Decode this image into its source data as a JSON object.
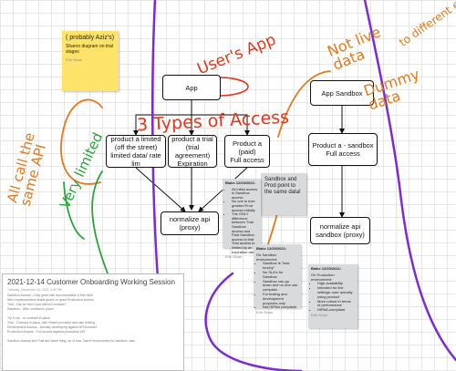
{
  "nodes": {
    "app": "App",
    "app_sandbox": "App Sandbox",
    "product_limited": [
      "product a limited",
      "(off the street)",
      "limited data/ rate lim"
    ],
    "product_trial": [
      "product a trial",
      "(trial agreement)",
      "Expiration"
    ],
    "product_paid": [
      "Product a",
      "(paid)",
      "Full access"
    ],
    "product_sandbox": [
      "Product a - sandbox",
      "Full access"
    ],
    "normalize_api": "normalize api (proxy)",
    "normalize_api_sandbox": [
      "normalize api",
      "sandbox (proxy)"
    ]
  },
  "notes": {
    "yellow": {
      "title": "( probably Aziz's)",
      "body": "Sharon diagram on trial stages",
      "sig": "Erik Sloan"
    },
    "sandbox_note": {
      "body": "Sandbox and Prod point to the same data!"
    },
    "blake1": {
      "title": "Blake 12/20/2021:",
      "items": [
        "All initial access is Sandbox access",
        "No one is ever granted Prod access initially",
        "The ONLY difference between Trial Sandbox access and Paid Sandbox access is that Trial access is limited by an expiration date"
      ],
      "sig": "Erik Sloan"
    },
    "blake2": {
      "title": "Blake 12/20/2021:",
      "intro": "On Sandbox environment:",
      "items": [
        "Sandbox is \"less touchy\"",
        "No SLA's for Sandbox",
        "Sandbox can go down and no one can complain",
        "For testing and development purposes only",
        "Not HIPAA compliant"
      ],
      "sig": "Erik Sloan"
    },
    "blake3": {
      "title": "Blake 12/20/2021:",
      "intro": "On Production environment:",
      "items": [
        "High availability",
        "Intended for live settings: user actually using product",
        "More robust in terms of performance",
        "HIPAA-compliant"
      ],
      "sig": "Erik Sloan"
    }
  },
  "handwriting": {
    "users_app": "User's App",
    "three_types": "3 Types of Access",
    "not_live": "Not live data",
    "dummy": "Dummy data",
    "all_call": "All call the same API",
    "very_limited": "Very limited",
    "diff_top": "to different endp"
  },
  "document": {
    "title": "2021-12-14 Customer Onboarding Working Session",
    "meta": "Tuesday, December 14, 2021  3:05 PM",
    "lines": [
      "Sandbox Access - Only grant with documentation if this NDA",
      "Who implementation leads guard on grant Production Access",
      "Trial - Can be test 4 just without contract?",
      "Sandbox - After contract in place",
      "",
      "Try it out - no contract in place",
      "Trial - Contract in place, with limited provision and rate limiting",
      "Development Access - Actually developing against API/contract",
      "Production Access - Full access against production API",
      "",
      "Sandbox Access and Trial are same thing, as of now. Same environment for sandbox, also"
    ]
  },
  "colors": {
    "handwriting_red": "#e0361c",
    "handwriting_orange": "#e07a1c",
    "handwriting_green": "#2aa33a",
    "pen_purple": "#7a2ad6",
    "sticky_yellow": "#fde36a",
    "sticky_grey": "#d9dadc"
  }
}
